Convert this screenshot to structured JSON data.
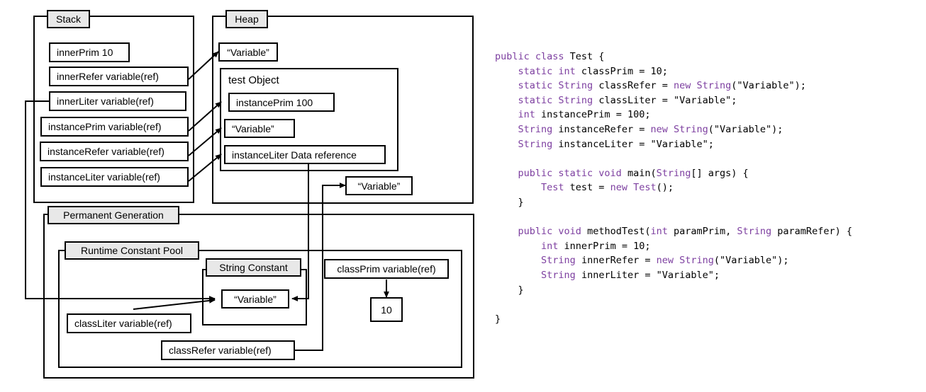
{
  "diagram": {
    "regions": {
      "stack": {
        "label": "Stack"
      },
      "heap": {
        "label": "Heap"
      },
      "permgen": {
        "label": "Permanent Generation"
      },
      "rcp": {
        "label": "Runtime Constant Pool"
      },
      "string_constant": {
        "label": "String Constant"
      }
    },
    "stack_frames": [
      {
        "label": "innerPrim 10"
      },
      {
        "label": "innerRefer variable(ref)"
      },
      {
        "label": "innerLiter variable(ref)"
      },
      {
        "label": "instancePrim variable(ref)"
      },
      {
        "label": "instanceRefer variable(ref)"
      },
      {
        "label": "instanceLiter variable(ref)"
      }
    ],
    "heap": {
      "loose_string": "“Variable”",
      "object_title": "test Object",
      "object_fields": [
        {
          "label": "instancePrim 100"
        },
        {
          "label": "“Variable”"
        },
        {
          "label": "instanceLiter Data reference"
        }
      ],
      "literal_box": "“Variable”"
    },
    "permgen": {
      "pool_string": "“Variable”",
      "class_liter": "classLiter variable(ref)",
      "class_refer": "classRefer variable(ref)",
      "class_prim": "classPrim variable(ref)",
      "class_prim_value": "10"
    },
    "colors": {
      "tab_fill": "#e8e8e8",
      "stroke": "#000000",
      "box_fill": "#ffffff"
    }
  },
  "code": {
    "language": "java",
    "keyword_color": "#7d3fa0",
    "plain_color": "#000000",
    "lines": [
      [
        {
          "t": "public class ",
          "c": "kw"
        },
        {
          "t": "Test {",
          "c": "pl"
        }
      ],
      [
        {
          "t": "    ",
          "c": "pl"
        },
        {
          "t": "static int ",
          "c": "kw"
        },
        {
          "t": "classPrim = 10;",
          "c": "pl"
        }
      ],
      [
        {
          "t": "    ",
          "c": "pl"
        },
        {
          "t": "static String ",
          "c": "kw"
        },
        {
          "t": "classRefer = ",
          "c": "pl"
        },
        {
          "t": "new String",
          "c": "kw"
        },
        {
          "t": "(\"Variable\");",
          "c": "pl"
        }
      ],
      [
        {
          "t": "    ",
          "c": "pl"
        },
        {
          "t": "static String ",
          "c": "kw"
        },
        {
          "t": "classLiter = \"Variable\";",
          "c": "pl"
        }
      ],
      [
        {
          "t": "    ",
          "c": "pl"
        },
        {
          "t": "int ",
          "c": "kw"
        },
        {
          "t": "instancePrim = 100;",
          "c": "pl"
        }
      ],
      [
        {
          "t": "    ",
          "c": "pl"
        },
        {
          "t": "String ",
          "c": "kw"
        },
        {
          "t": "instanceRefer = ",
          "c": "pl"
        },
        {
          "t": "new String",
          "c": "kw"
        },
        {
          "t": "(\"Variable\");",
          "c": "pl"
        }
      ],
      [
        {
          "t": "    ",
          "c": "pl"
        },
        {
          "t": "String ",
          "c": "kw"
        },
        {
          "t": "instanceLiter = \"Variable\";",
          "c": "pl"
        }
      ],
      [
        {
          "t": "",
          "c": "pl"
        }
      ],
      [
        {
          "t": "    ",
          "c": "pl"
        },
        {
          "t": "public static void ",
          "c": "kw"
        },
        {
          "t": "main(",
          "c": "pl"
        },
        {
          "t": "String",
          "c": "kw"
        },
        {
          "t": "[] args) {",
          "c": "pl"
        }
      ],
      [
        {
          "t": "        ",
          "c": "pl"
        },
        {
          "t": "Test ",
          "c": "kw"
        },
        {
          "t": "test = ",
          "c": "pl"
        },
        {
          "t": "new Test",
          "c": "kw"
        },
        {
          "t": "();",
          "c": "pl"
        }
      ],
      [
        {
          "t": "    }",
          "c": "pl"
        }
      ],
      [
        {
          "t": "",
          "c": "pl"
        }
      ],
      [
        {
          "t": "    ",
          "c": "pl"
        },
        {
          "t": "public void ",
          "c": "kw"
        },
        {
          "t": "methodTest(",
          "c": "pl"
        },
        {
          "t": "int ",
          "c": "kw"
        },
        {
          "t": "paramPrim, ",
          "c": "pl"
        },
        {
          "t": "String ",
          "c": "kw"
        },
        {
          "t": "paramRefer) {",
          "c": "pl"
        }
      ],
      [
        {
          "t": "        ",
          "c": "pl"
        },
        {
          "t": "int ",
          "c": "kw"
        },
        {
          "t": "innerPrim = 10;",
          "c": "pl"
        }
      ],
      [
        {
          "t": "        ",
          "c": "pl"
        },
        {
          "t": "String ",
          "c": "kw"
        },
        {
          "t": "innerRefer = ",
          "c": "pl"
        },
        {
          "t": "new String",
          "c": "kw"
        },
        {
          "t": "(\"Variable\");",
          "c": "pl"
        }
      ],
      [
        {
          "t": "        ",
          "c": "pl"
        },
        {
          "t": "String ",
          "c": "kw"
        },
        {
          "t": "innerLiter = \"Variable\";",
          "c": "pl"
        }
      ],
      [
        {
          "t": "    }",
          "c": "pl"
        }
      ],
      [
        {
          "t": "",
          "c": "pl"
        }
      ],
      [
        {
          "t": "}",
          "c": "pl"
        }
      ]
    ]
  }
}
